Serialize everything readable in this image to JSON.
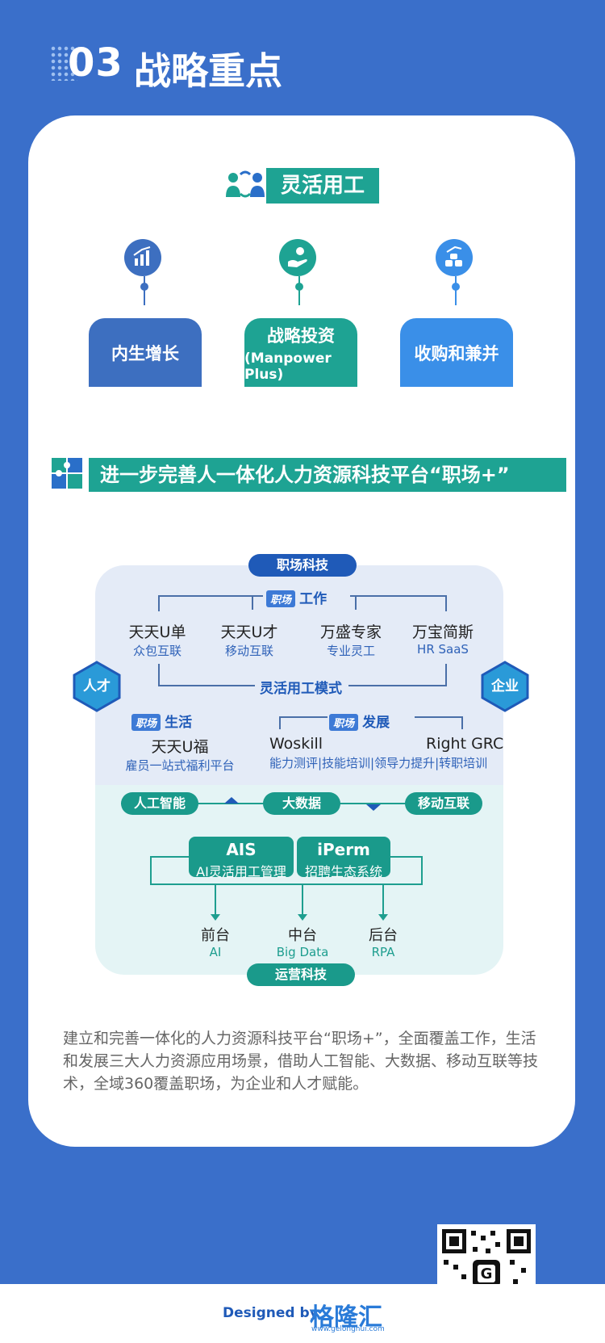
{
  "header": {
    "number": "03",
    "title": "战略重点"
  },
  "section1": {
    "title": "灵活用工",
    "items": [
      {
        "label": "内生增长",
        "sub": "",
        "color": "#3d6fc0",
        "icon": "growth-chart-icon"
      },
      {
        "label": "战略投资",
        "sub": "(Manpower Plus)",
        "color": "#1ea393",
        "icon": "investment-hand-icon"
      },
      {
        "label": "收购和兼并",
        "sub": "",
        "color": "#3a8fe8",
        "icon": "acquisition-coins-icon"
      }
    ]
  },
  "section2": {
    "title": "进一步完善人一体化人力资源科技平台“职场+”"
  },
  "diagram": {
    "top_pill": "职场科技",
    "bottom_pill": "运营科技",
    "work": {
      "tag": "职场",
      "label": "工作"
    },
    "life": {
      "tag": "职场",
      "label": "生活"
    },
    "develop": {
      "tag": "职场",
      "label": "发展"
    },
    "products": [
      {
        "name": "天天U单",
        "sub": "众包互联"
      },
      {
        "name": "天天U才",
        "sub": "移动互联"
      },
      {
        "name": "万盛专家",
        "sub": "专业灵工"
      },
      {
        "name": "万宝简斯",
        "sub": "HR SaaS"
      }
    ],
    "mode_label": "灵活用工模式",
    "left_hex": "人才",
    "right_hex": "企业",
    "life_product": {
      "name": "天天U福",
      "sub": "雇员一站式福利平台"
    },
    "dev_left": "Woskill",
    "dev_right": "Right GRC",
    "dev_sub": "能力测评|技能培训|领导力提升|转职培训",
    "tech": [
      "人工智能",
      "大数据",
      "移动互联"
    ],
    "systems": [
      {
        "name": "AIS",
        "sub": "AI灵活用工管理"
      },
      {
        "name": "iPerm",
        "sub": "招聘生态系统"
      }
    ],
    "platforms": [
      {
        "name": "前台",
        "sub": "AI"
      },
      {
        "name": "中台",
        "sub": "Big Data"
      },
      {
        "name": "后台",
        "sub": "RPA"
      }
    ]
  },
  "paragraph": "建立和完善一体化的人力资源科技平台“职场+”，全面覆盖工作，生活和发展三大人力资源应用场景，借助人工智能、大数据、移动互联等技术，全域360覆盖职场，为企业和人才赋能。",
  "footer": {
    "designed_by": "Designed by",
    "logo": "格隆汇",
    "url": "www.gelonghui.com"
  }
}
